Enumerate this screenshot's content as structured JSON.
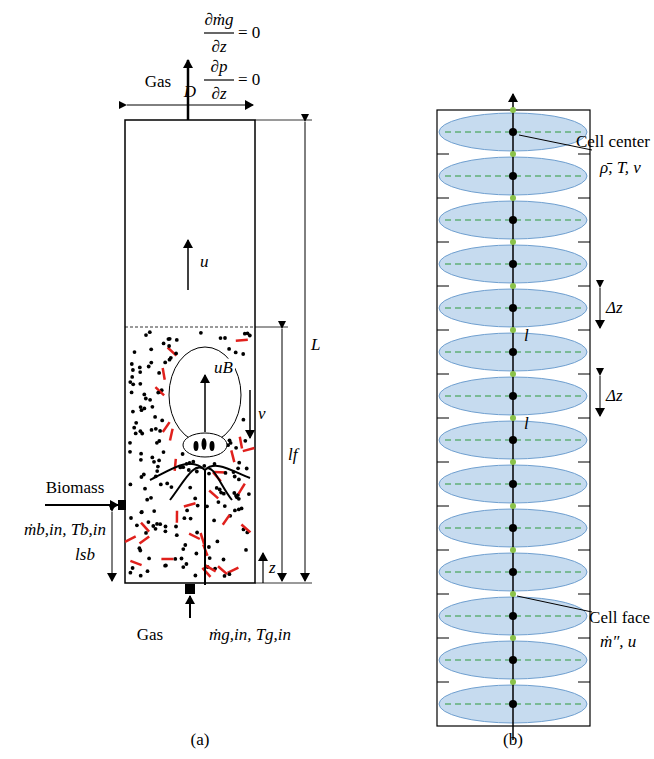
{
  "diagram": {
    "labels": [
      "∂ṁg",
      "∂z",
      "= 0",
      "∂p",
      "∂z",
      "= 0",
      "Gas",
      "D",
      "u",
      "L",
      "uB",
      "v",
      "lf",
      "Biomass",
      "ṁb,in, Tb,in",
      "lsb",
      "z",
      "Gas",
      "ṁg,in, Tg,in",
      "(a)",
      "Cell center",
      "ρ̄, T, v",
      "Δz",
      "Δz",
      "l",
      "l",
      "Cell face",
      "ṁ″, u",
      "(b)"
    ]
  }
}
